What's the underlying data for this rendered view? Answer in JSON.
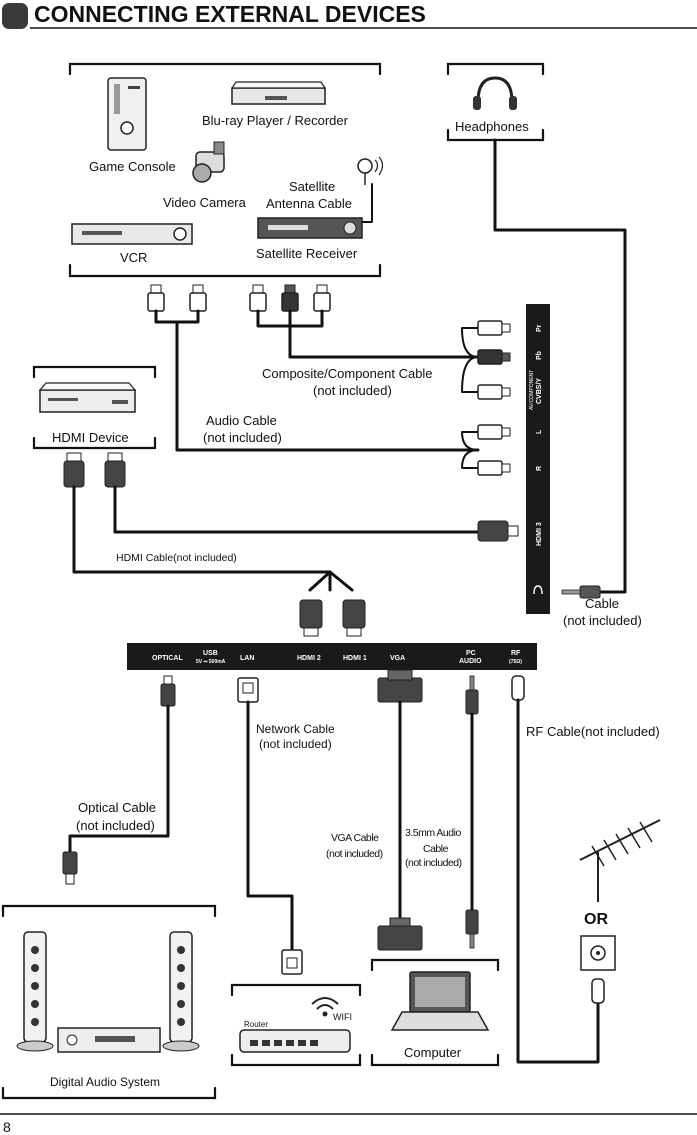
{
  "header": {
    "title": "CONNECTING EXTERNAL DEVICES"
  },
  "devices": {
    "game_console": "Game Console",
    "bluray": "Blu-ray Player / Recorder",
    "video_camera": "Video Camera",
    "satellite_antenna_cable": [
      "Satellite",
      "Antenna Cable"
    ],
    "vcr": "VCR",
    "satellite_receiver": "Satellite Receiver",
    "headphones": "Headphones",
    "hdmi_device": "HDMI Device",
    "digital_audio_system": "Digital Audio System",
    "computer": "Computer",
    "router": "Router",
    "wifi": "WIFI",
    "or": "OR"
  },
  "cables": {
    "composite": [
      "Composite/Component Cable",
      "(not included)"
    ],
    "audio": [
      "Audio Cable",
      "(not included)"
    ],
    "hdmi": "HDMI Cable(not included)",
    "headphone_cable": [
      "Cable",
      "(not included)"
    ],
    "network": [
      "Network Cable",
      "(not included)"
    ],
    "rf": "RF Cable(not included)",
    "optical": [
      "Optical Cable",
      "(not included)"
    ],
    "vga": [
      "VGA Cable",
      "(not included)"
    ],
    "audio35": [
      "3.5mm Audio",
      "Cable",
      "(not included)"
    ]
  },
  "bottom_panel": {
    "optical": "OPTICAL",
    "usb": "USB",
    "usb_sub": "5V ⎓ 500mA",
    "lan": "LAN",
    "hdmi2": "HDMI 2",
    "hdmi1": "HDMI 1",
    "vga": "VGA",
    "pc": "PC",
    "audio": "AUDIO",
    "rf": "RF",
    "rf_sub": "(75Ω)"
  },
  "side_panel": {
    "pr": "Pr",
    "pb": "Pb",
    "cvbs": "CVBS/Y",
    "av_component": "AV/COMPONENT",
    "l": "L",
    "r": "R",
    "hdmi3": "HDMI 3"
  },
  "footer": {
    "page_number": "8"
  }
}
